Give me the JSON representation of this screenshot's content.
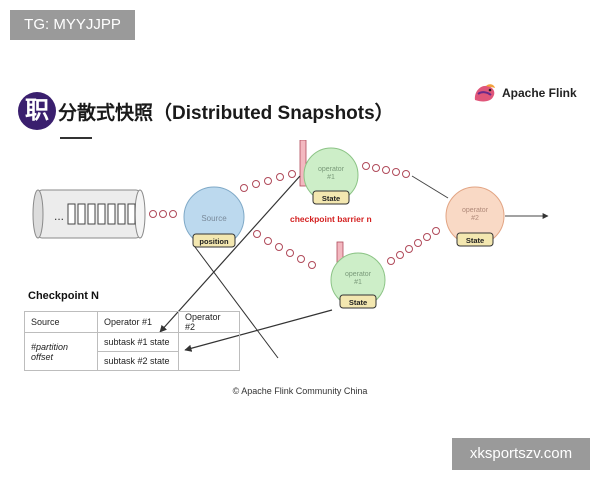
{
  "header": {
    "tag_label": "TG: MYYJJPP",
    "seal_glyph": "职",
    "title": "分散式快照（Distributed Snapshots）",
    "logo_text": "Apache Flink"
  },
  "diagram": {
    "queue_label": "...",
    "source": {
      "label": "Source",
      "state_label": "position"
    },
    "operator_top": {
      "label": "operator\n#1",
      "state_label": "State"
    },
    "operator_bottom": {
      "label": "operator\n#1",
      "state_label": "State"
    },
    "operator_right": {
      "label": "operator\n#2",
      "state_label": "State"
    },
    "barrier_label": "checkpoint barrier n"
  },
  "checkpoint": {
    "title": "Checkpoint N",
    "table": {
      "headers": [
        "Source",
        "Operator #1",
        "Operator #2"
      ],
      "source_value": "#partition offset",
      "rows": [
        "subtask #1 state",
        "subtask #2 state"
      ]
    }
  },
  "footer": {
    "copyright": "© Apache Flink Community China",
    "watermark": "xksportszv.com"
  },
  "colors": {
    "source_fill": "#bcd9ee",
    "operator_fill": "#cdeec8",
    "operator2_fill": "#f9d9c5",
    "dot_stroke": "#b04a5a",
    "barrier_fill": "#f3b8c0",
    "barrier_text": "#d42020",
    "state_fill": "#f3e7b0"
  }
}
